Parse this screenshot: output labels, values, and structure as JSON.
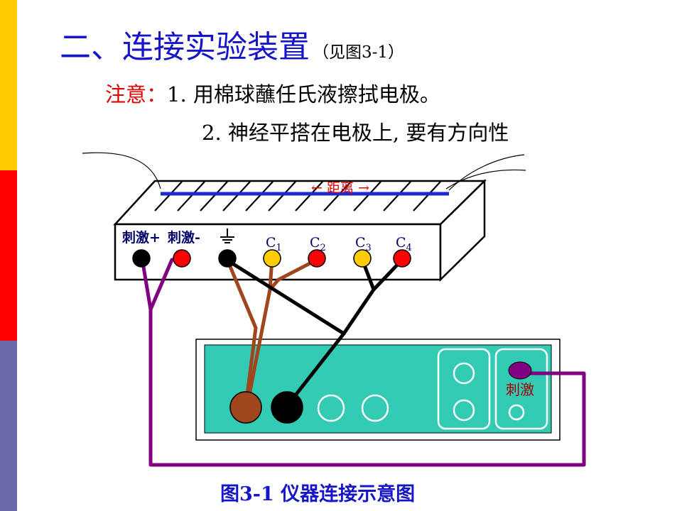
{
  "colors": {
    "title": "#1616c8",
    "warning": "#e00000",
    "sidebar_top": "#ffcc00",
    "sidebar_mid": "#ff0000",
    "sidebar_bottom": "#6a6aa8",
    "panel": "#33cbb4",
    "wire_purple": "#800080",
    "wire_brown": "#a0461e",
    "nerve": "#1e28d2"
  },
  "title": {
    "main": "二、连接实验装置",
    "sub": "（见图3-1）"
  },
  "notes": {
    "label": "注意：",
    "item1": "1. 用棉球蘸任氏液擦拭电极。",
    "item2": "2. 神经平搭在电极上, 要有方向性"
  },
  "electrode_box": {
    "distance_label": "← 距离 →",
    "stim_plus": "刺激+",
    "stim_minus": "刺激-",
    "ground_icon": "ground-icon",
    "channels": [
      {
        "letter": "C",
        "sub": "1"
      },
      {
        "letter": "C",
        "sub": "2"
      },
      {
        "letter": "C",
        "sub": "3"
      },
      {
        "letter": "C",
        "sub": "4"
      }
    ]
  },
  "instrument": {
    "stim_label": "刺激"
  },
  "caption": "图3-1  仪器连接示意图"
}
